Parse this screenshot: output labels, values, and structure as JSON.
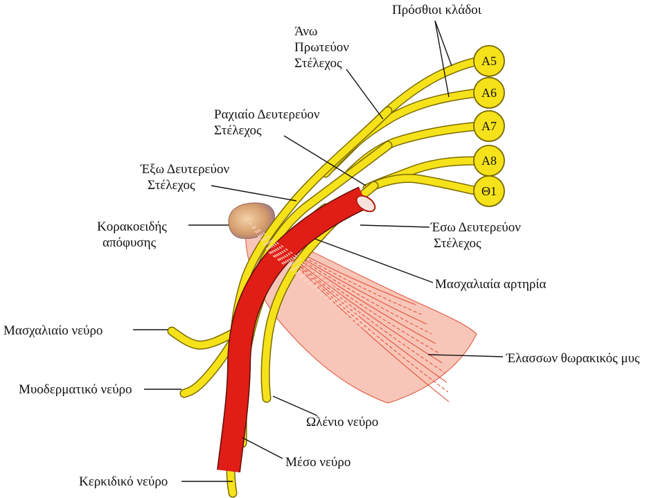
{
  "colors": {
    "nerve": "#f5e21a",
    "nerve_outline": "#7a6a00",
    "artery": "#e01e16",
    "muscle": "#f8c6b8",
    "muscle_lines": "#e0503a",
    "bone": "#c98a5a",
    "leader": "#111111"
  },
  "roots": [
    "Α5",
    "Α6",
    "Α7",
    "Α8",
    "Θ1"
  ],
  "labels": {
    "anterior_branches": "Πρόσθιοι κλάδοι",
    "upper_trunk": [
      "Άνω",
      "Πρωτεύον",
      "Στέλεχος"
    ],
    "posterior_cord": [
      "Ραχιαίο Δευτερεύον",
      "Στέλεχος"
    ],
    "lateral_cord": [
      "Έξω Δευτερεύον",
      "Στέλεχος"
    ],
    "coracoid": [
      "Κορακοειδής",
      "απόφυσης"
    ],
    "medial_cord": [
      "Έσω Δευτερεύον",
      "Στέλεχος"
    ],
    "axillary_artery": "Μασχαλιαία αρτηρία",
    "axillary_nerve": "Μασχαλιαίο νεύρο",
    "pectoralis_minor": "Έλασσων θωρακικός μυς",
    "musculocutaneous": "Μυοδερματικό νεύρο",
    "ulnar": "Ωλένιο νεύρο",
    "median": "Μέσο νεύρο",
    "radial": "Κερκιδικό νεύρο"
  }
}
